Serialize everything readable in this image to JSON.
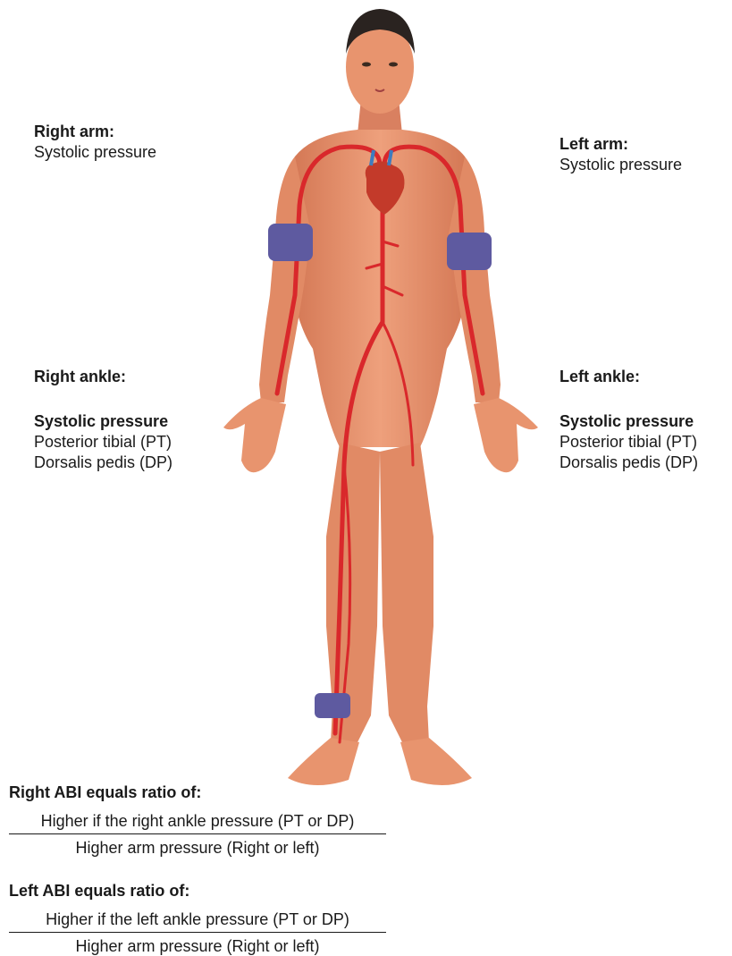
{
  "labels": {
    "right_arm": {
      "title": "Right arm:",
      "line1": "Systolic pressure"
    },
    "left_arm": {
      "title": "Left arm:",
      "line1": "Systolic pressure"
    },
    "right_ankle": {
      "title": "Right ankle:",
      "subtitle": "Systolic pressure",
      "line1": "Posterior tibial (PT)",
      "line2": "Dorsalis pedis (DP)"
    },
    "left_ankle": {
      "title": "Left ankle:",
      "subtitle": "Systolic pressure",
      "line1": "Posterior tibial (PT)",
      "line2": "Dorsalis pedis (DP)"
    }
  },
  "formulas": {
    "right": {
      "title": "Right ABI equals ratio of:",
      "numerator": "Higher if the right ankle pressure (PT or DP)",
      "denominator": "Higher arm pressure (Right or left)"
    },
    "left": {
      "title": "Left ABI equals ratio of:",
      "numerator": "Higher if the left ankle pressure (PT or DP)",
      "denominator": "Higher arm pressure (Right or left)"
    }
  },
  "colors": {
    "skin": "#e8946e",
    "skin_shadow": "#c8694a",
    "artery": "#d9282b",
    "cuff": "#5e5aa0",
    "hair": "#2a2320"
  }
}
